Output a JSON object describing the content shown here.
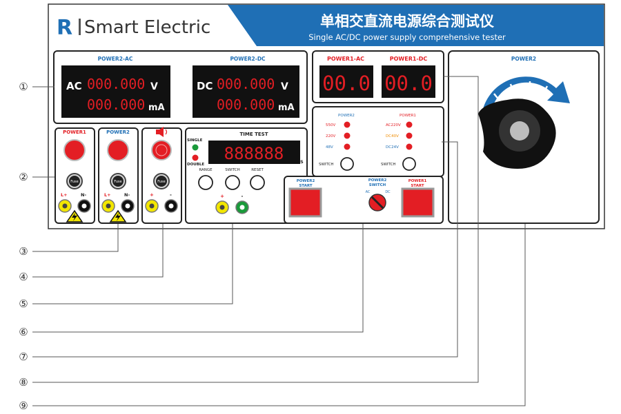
{
  "header": {
    "brand": "Smart Electric",
    "title_cn": "单相交直流电源综合测试仪",
    "title_en": "Single AC/DC power supply comprehensive tester"
  },
  "power2_ac": {
    "title": "POWER2-AC",
    "mode": "AC",
    "volt_display": "000.000",
    "volt_unit": "V",
    "amp_display": "000.000",
    "amp_unit": "mA"
  },
  "power2_dc": {
    "title": "POWER2-DC",
    "mode": "DC",
    "volt_display": "000.000",
    "volt_unit": "V",
    "amp_display": "000.000",
    "amp_unit": "mA"
  },
  "power1": {
    "ac_title": "POWER1-AC",
    "ac_display": "00.0",
    "dc_title": "POWER1-DC",
    "dc_display": "00.0"
  },
  "indicators": {
    "power2_title": "POWER2",
    "power2_levels": [
      "550V",
      "220V",
      "48V"
    ],
    "power1_title": "POWER1",
    "power1_levels": [
      "AC220V",
      "DC40V",
      "DC24V"
    ],
    "switch_label": "SWITCH"
  },
  "terminals": {
    "power1_title": "POWER1",
    "power2_title": "POWER2",
    "fuse_label": "Fuse",
    "l_plus": "L+",
    "n_minus": "N-",
    "plus": "+",
    "minus": "-"
  },
  "timer": {
    "title": "TIME TEST",
    "single": "SINGLE",
    "double": "DOUBLE",
    "display": "888888",
    "unit": "S",
    "range": "RANGE",
    "switch": "SWITCH",
    "reset": "RESET",
    "plus": "+",
    "minus": "-"
  },
  "start_panel": {
    "power2_start_1": "POWER2",
    "power2_start_2": "START",
    "switch_1": "POWER2",
    "switch_2": "SWITCH",
    "ac": "AC",
    "dc": "DC",
    "power1_start_1": "POWER1",
    "power1_start_2": "START"
  },
  "knob": {
    "title": "POWER2"
  },
  "callouts": [
    "①",
    "②",
    "③",
    "④",
    "⑤",
    "⑥",
    "⑦",
    "⑧",
    "⑨"
  ],
  "colors": {
    "blue": "#1f6fb5",
    "red": "#e31e24",
    "panel_border": "#222222",
    "yellow": "#f2e600",
    "green": "#1a9a3a"
  },
  "icons": [
    "speaker-icon",
    "high-voltage-warning-icon",
    "curved-arrow-icon"
  ]
}
